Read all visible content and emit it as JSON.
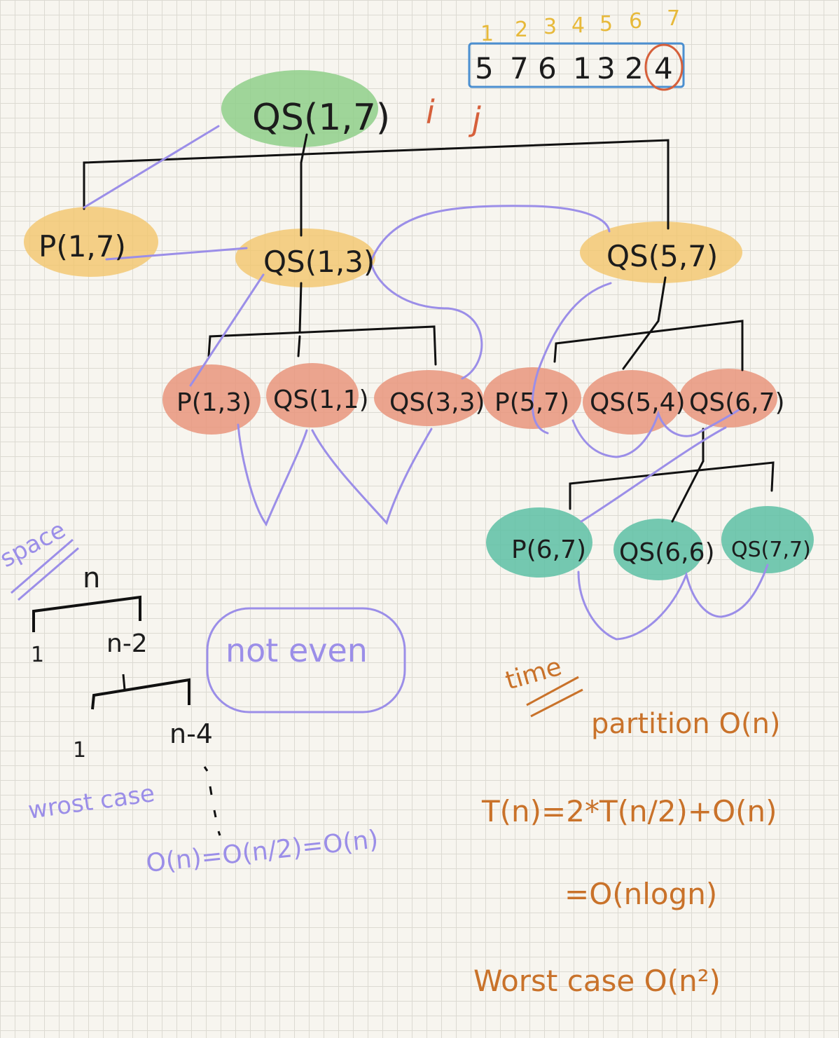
{
  "array": {
    "indices": [
      "1",
      "2",
      "3",
      "4",
      "5",
      "6",
      "7"
    ],
    "values": [
      "5",
      "7",
      "6",
      "1",
      "3",
      "2",
      "4"
    ],
    "pointer_i": "i",
    "pointer_j": "j"
  },
  "tree": {
    "root": "QS(1,7)",
    "level1": [
      "P(1,7)",
      "QS(1,3)",
      "QS(5,7)"
    ],
    "level2": [
      "P(1,3)",
      "QS(1,1)",
      "QS(3,3)",
      "P(5,7)",
      "QS(5,4)",
      "QS(6,7)"
    ],
    "level3": [
      "P(6,7)",
      "QS(6,6)",
      "QS(7,7)"
    ]
  },
  "space": {
    "label": "space",
    "n": "n",
    "left1": "1",
    "n_minus_2": "n-2",
    "left2": "1",
    "n_minus_4": "n-4",
    "not_even": "not even",
    "worst_case": "wrost case",
    "complexity": "O(n)=O(n/2)=O(n)"
  },
  "time": {
    "label": "time",
    "partition": "partition O(n)",
    "recurrence": "T(n)=2*T(n/2)+O(n)",
    "result": "=O(nlogn)",
    "worst": "Worst case O(n²)"
  },
  "colors": {
    "green": "#8fcf8a",
    "yellow": "#f2c56b",
    "salmon": "#e9957c",
    "teal": "#5dbfa5",
    "purple": "#9b8ee8",
    "orange": "#c9722a",
    "blue": "#4b8fd0",
    "red": "#d6603b"
  }
}
